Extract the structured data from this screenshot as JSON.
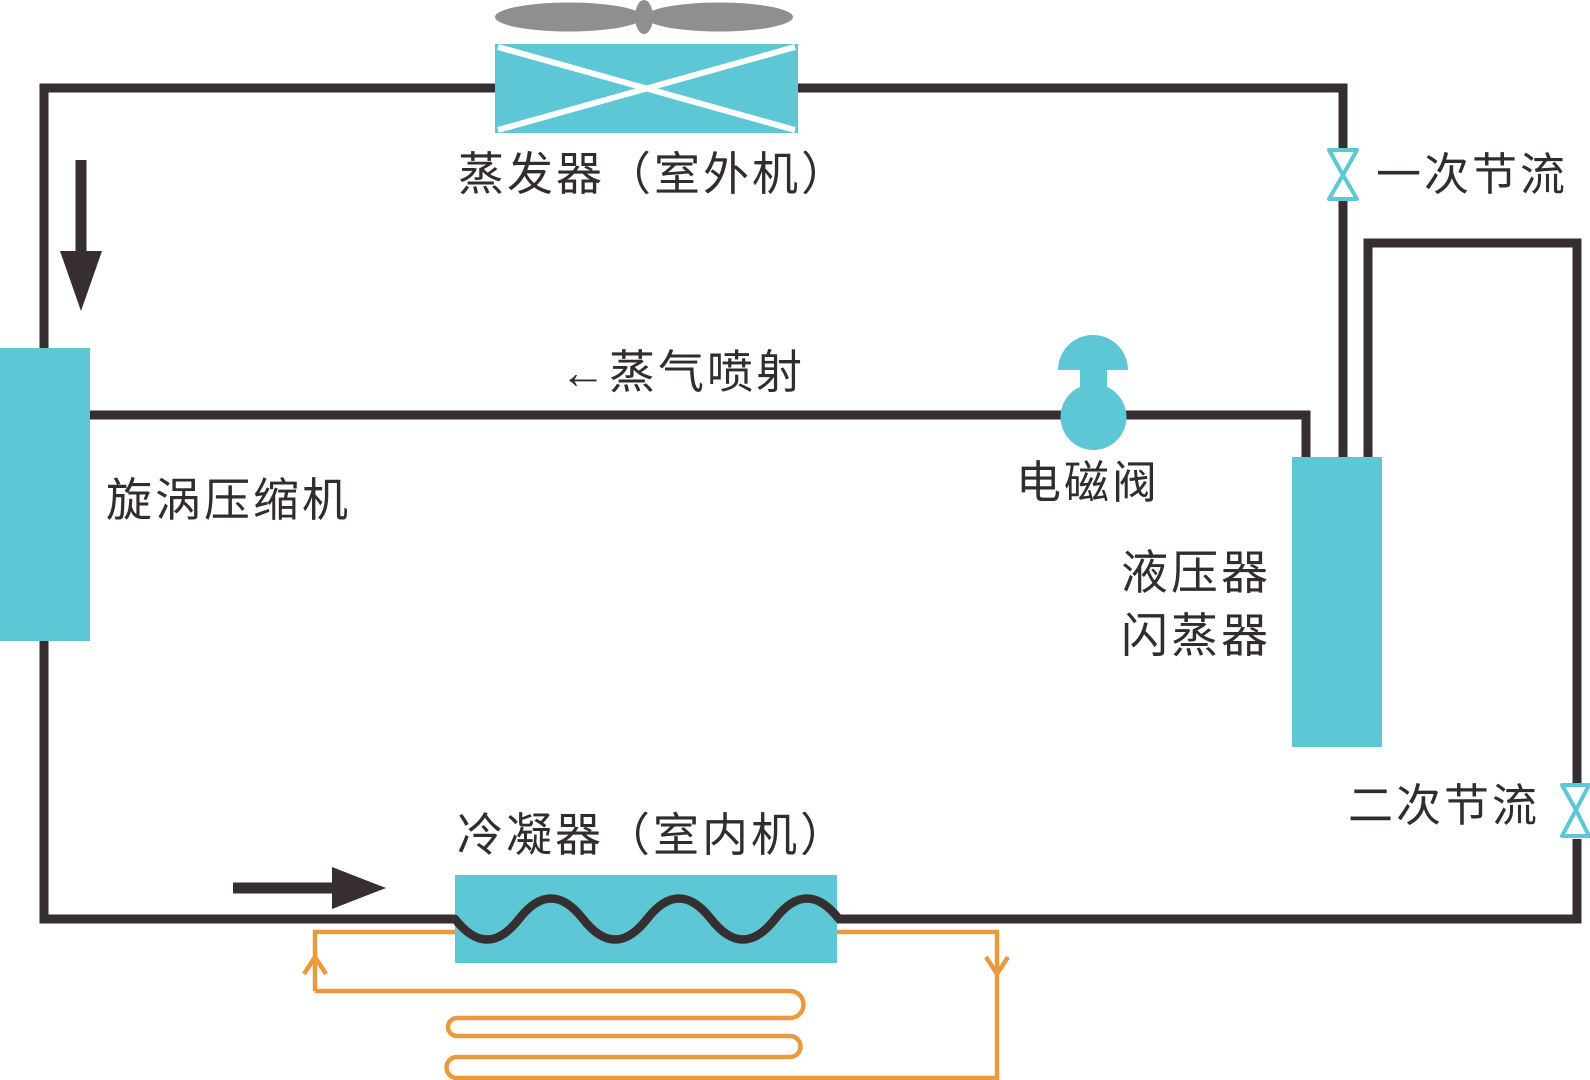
{
  "diagram": {
    "labels": {
      "evaporator": "蒸发器（室外机）",
      "primary_throttle": "一次节流",
      "vapor_injection": "←蒸气喷射",
      "solenoid_valve": "电磁阀",
      "compressor": "旋涡压缩机",
      "flash_tank_line1": "液压器",
      "flash_tank_line2": "闪蒸器",
      "secondary_throttle": "二次节流",
      "condenser": "冷凝器（室内机）"
    },
    "colors": {
      "pipe": "#362e30",
      "component": "#5ec7d6",
      "heating": "#e9993e",
      "fan": "#8f8f91",
      "text": "#332c2e",
      "bg": "#ffffff"
    }
  }
}
